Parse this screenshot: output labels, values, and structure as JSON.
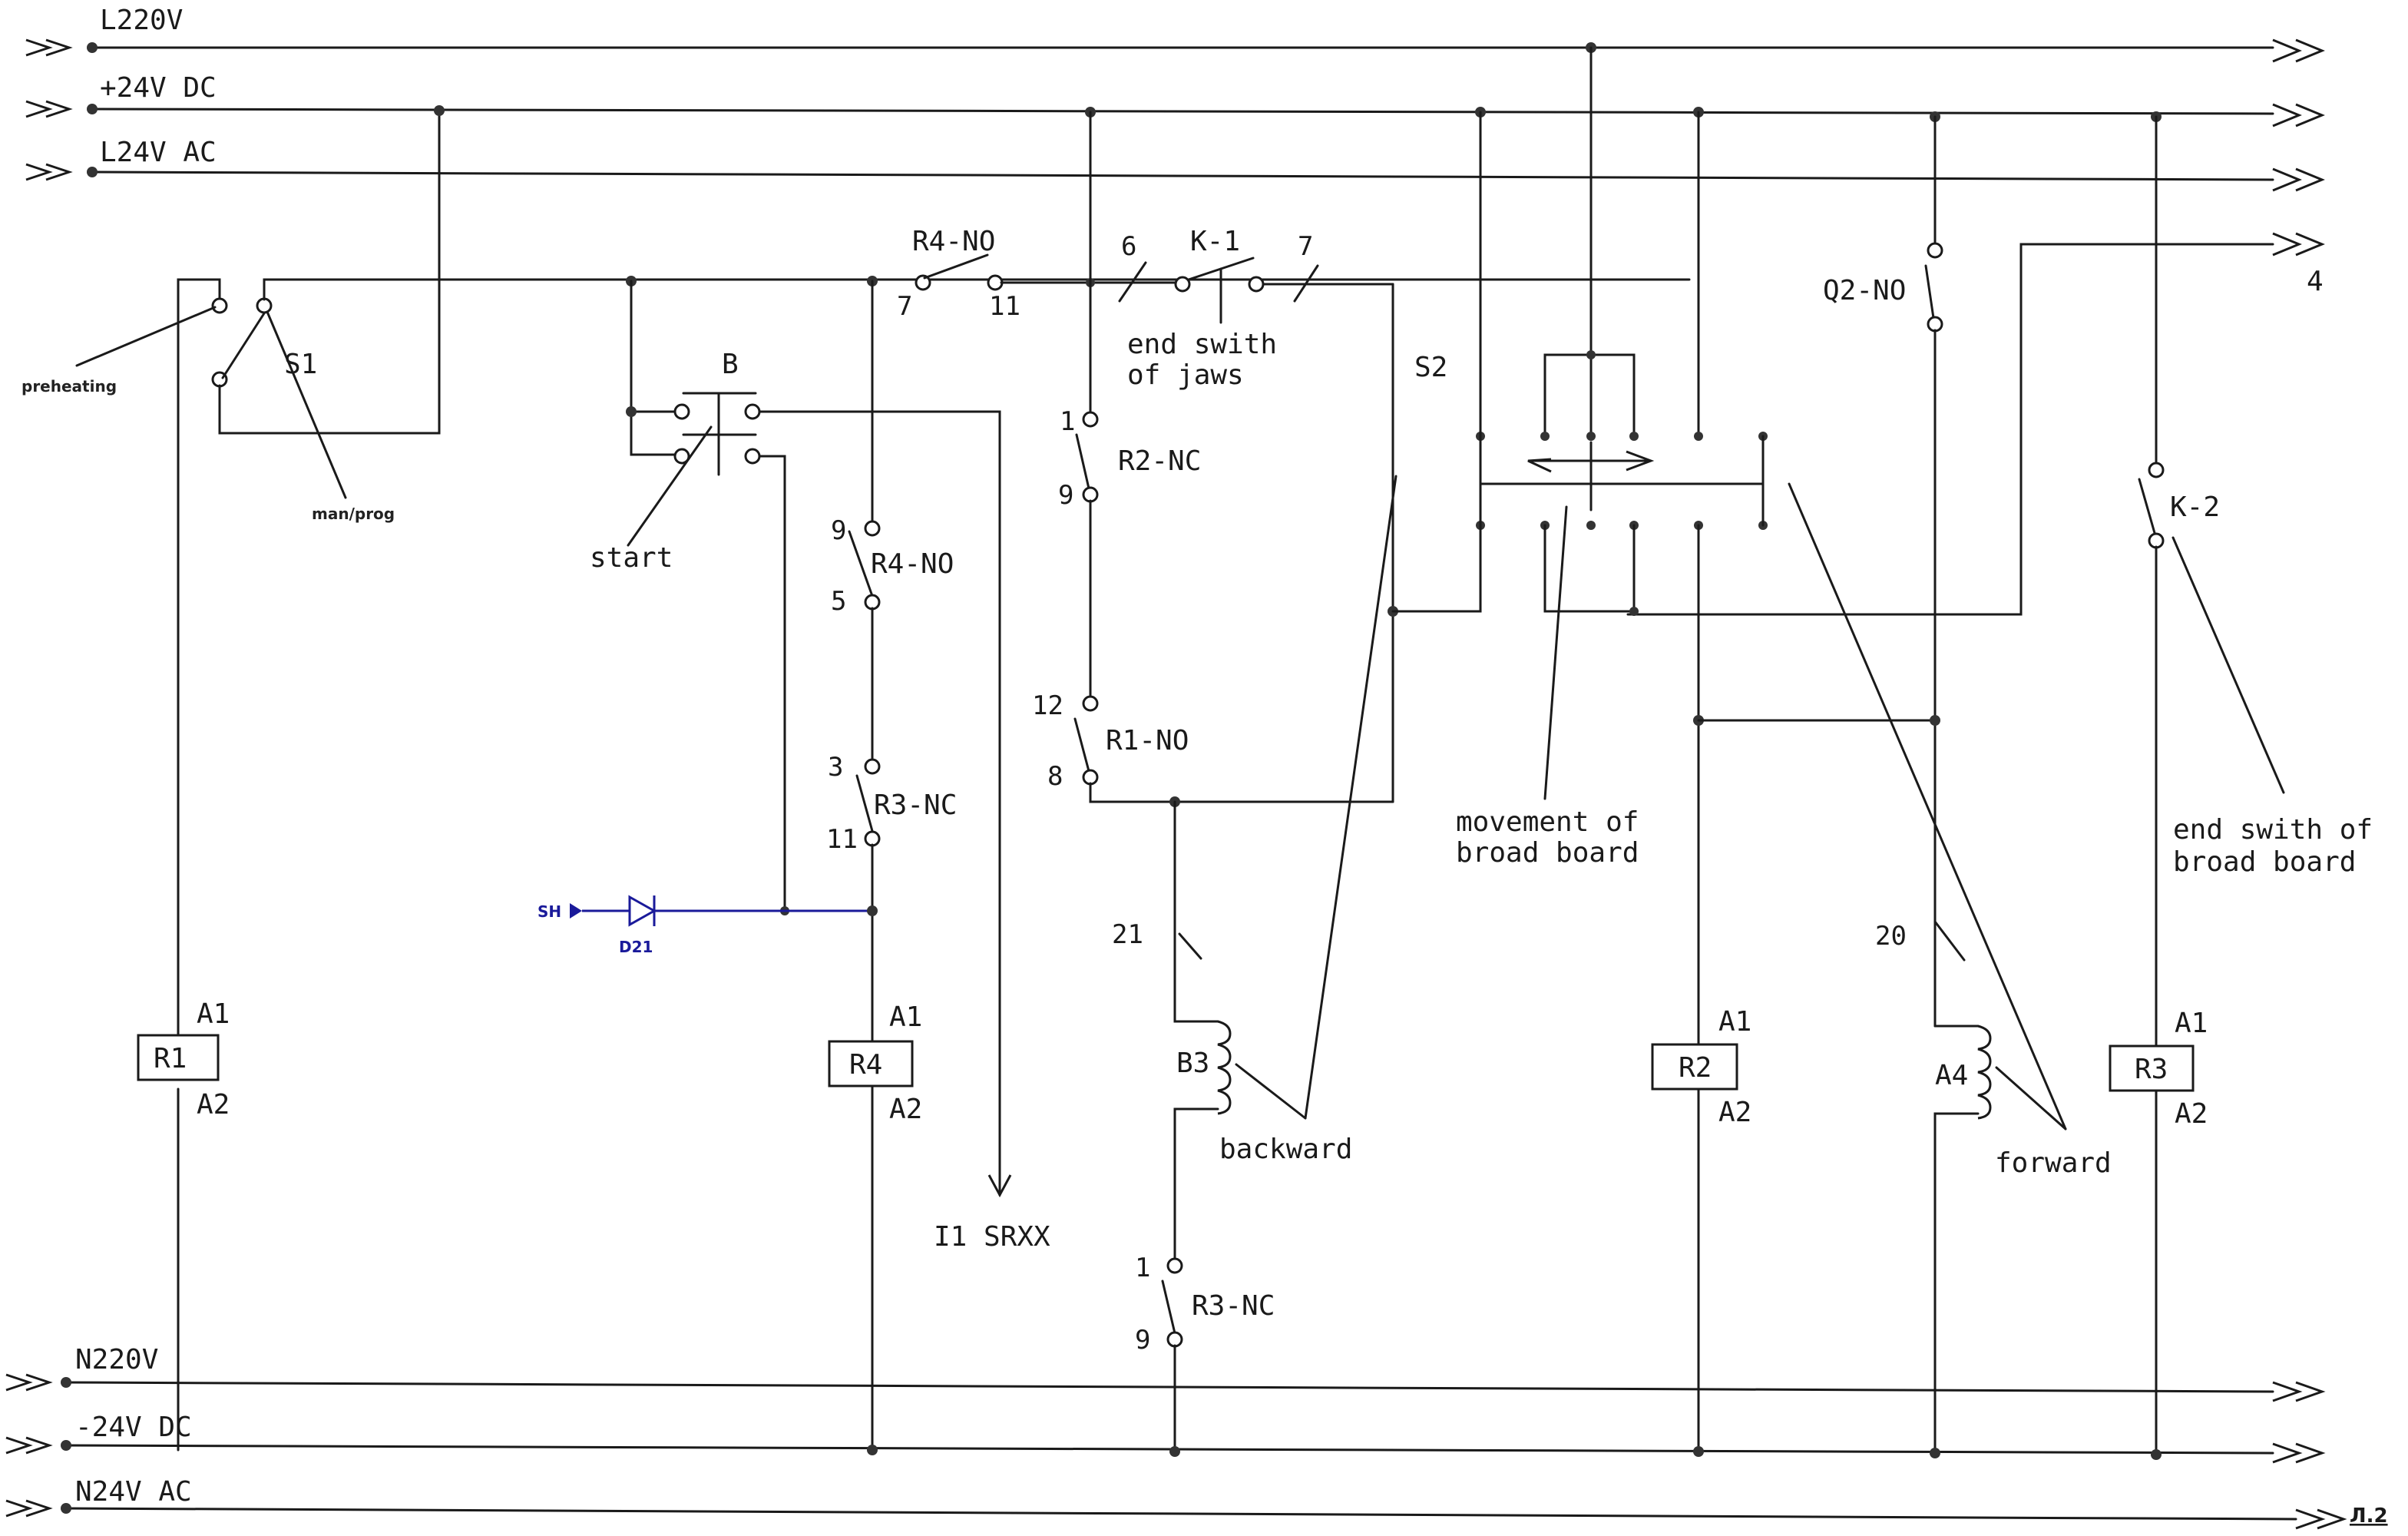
{
  "rails": {
    "l220v": "L220V",
    "p24vdc": "+24V DC",
    "l24vac": "L24V AC",
    "n220v": "N220V",
    "m24vdc": "-24V DC",
    "n24vac": "N24V AC",
    "out4": "4"
  },
  "switches": {
    "s1": "S1",
    "preheating": "preheating",
    "manprog": "man/prog",
    "b": "B",
    "start": "start",
    "s2": "S2",
    "q2": "Q2-NO",
    "k2": "K-2",
    "k1": "K-1",
    "k1_desc1": "end swith",
    "k1_desc2": "of jaws",
    "k2_desc1": "end swith of",
    "k2_desc2": "broad board",
    "s2_desc1": "movement of",
    "s2_desc2": "broad board"
  },
  "contacts": {
    "r4no_top": "R4-NO",
    "r4no_top_a": "7",
    "r4no_top_b": "11",
    "k1_a": "6",
    "k1_b": "7",
    "r2nc": "R2-NC",
    "r2nc_a": "1",
    "r2nc_b": "9",
    "r4no_mid": "R4-NO",
    "r4no_mid_a": "9",
    "r4no_mid_b": "5",
    "r1no": "R1-NO",
    "r1no_a": "12",
    "r1no_b": "8",
    "r3nc_mid": "R3-NC",
    "r3nc_mid_a": "3",
    "r3nc_mid_b": "11",
    "r3nc_bot": "R3-NC",
    "r3nc_bot_a": "1",
    "r3nc_bot_b": "9",
    "wire21": "21",
    "wire20": "20"
  },
  "diode": {
    "sh": "SH",
    "d21": "D21"
  },
  "relays": {
    "r1": "R1",
    "r4": "R4",
    "r2": "R2",
    "r3": "R3",
    "a1": "A1",
    "a2": "A2"
  },
  "coils": {
    "b3": "B3",
    "a4": "A4",
    "backward": "backward",
    "forward": "forward"
  },
  "output": {
    "i1": "I1 SRXX"
  },
  "sheet": "Л.2"
}
